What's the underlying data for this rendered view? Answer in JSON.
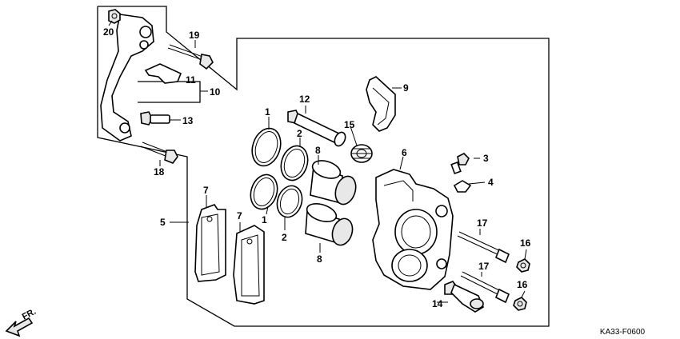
{
  "callouts": {
    "c1a": "1",
    "c1b": "1",
    "c2a": "2",
    "c2b": "2",
    "c3": "3",
    "c4": "4",
    "c5": "5",
    "c6": "6",
    "c7a": "7",
    "c7b": "7",
    "c8a": "8",
    "c8b": "8",
    "c9": "9",
    "c10": "10",
    "c11": "11",
    "c12": "12",
    "c13": "13",
    "c14": "14",
    "c15": "15",
    "c16a": "16",
    "c16b": "16",
    "c17a": "17",
    "c17b": "17",
    "c18": "18",
    "c19": "19",
    "c20": "20"
  },
  "front_marker": "FR.",
  "diagram_code": "KA33-F0600"
}
